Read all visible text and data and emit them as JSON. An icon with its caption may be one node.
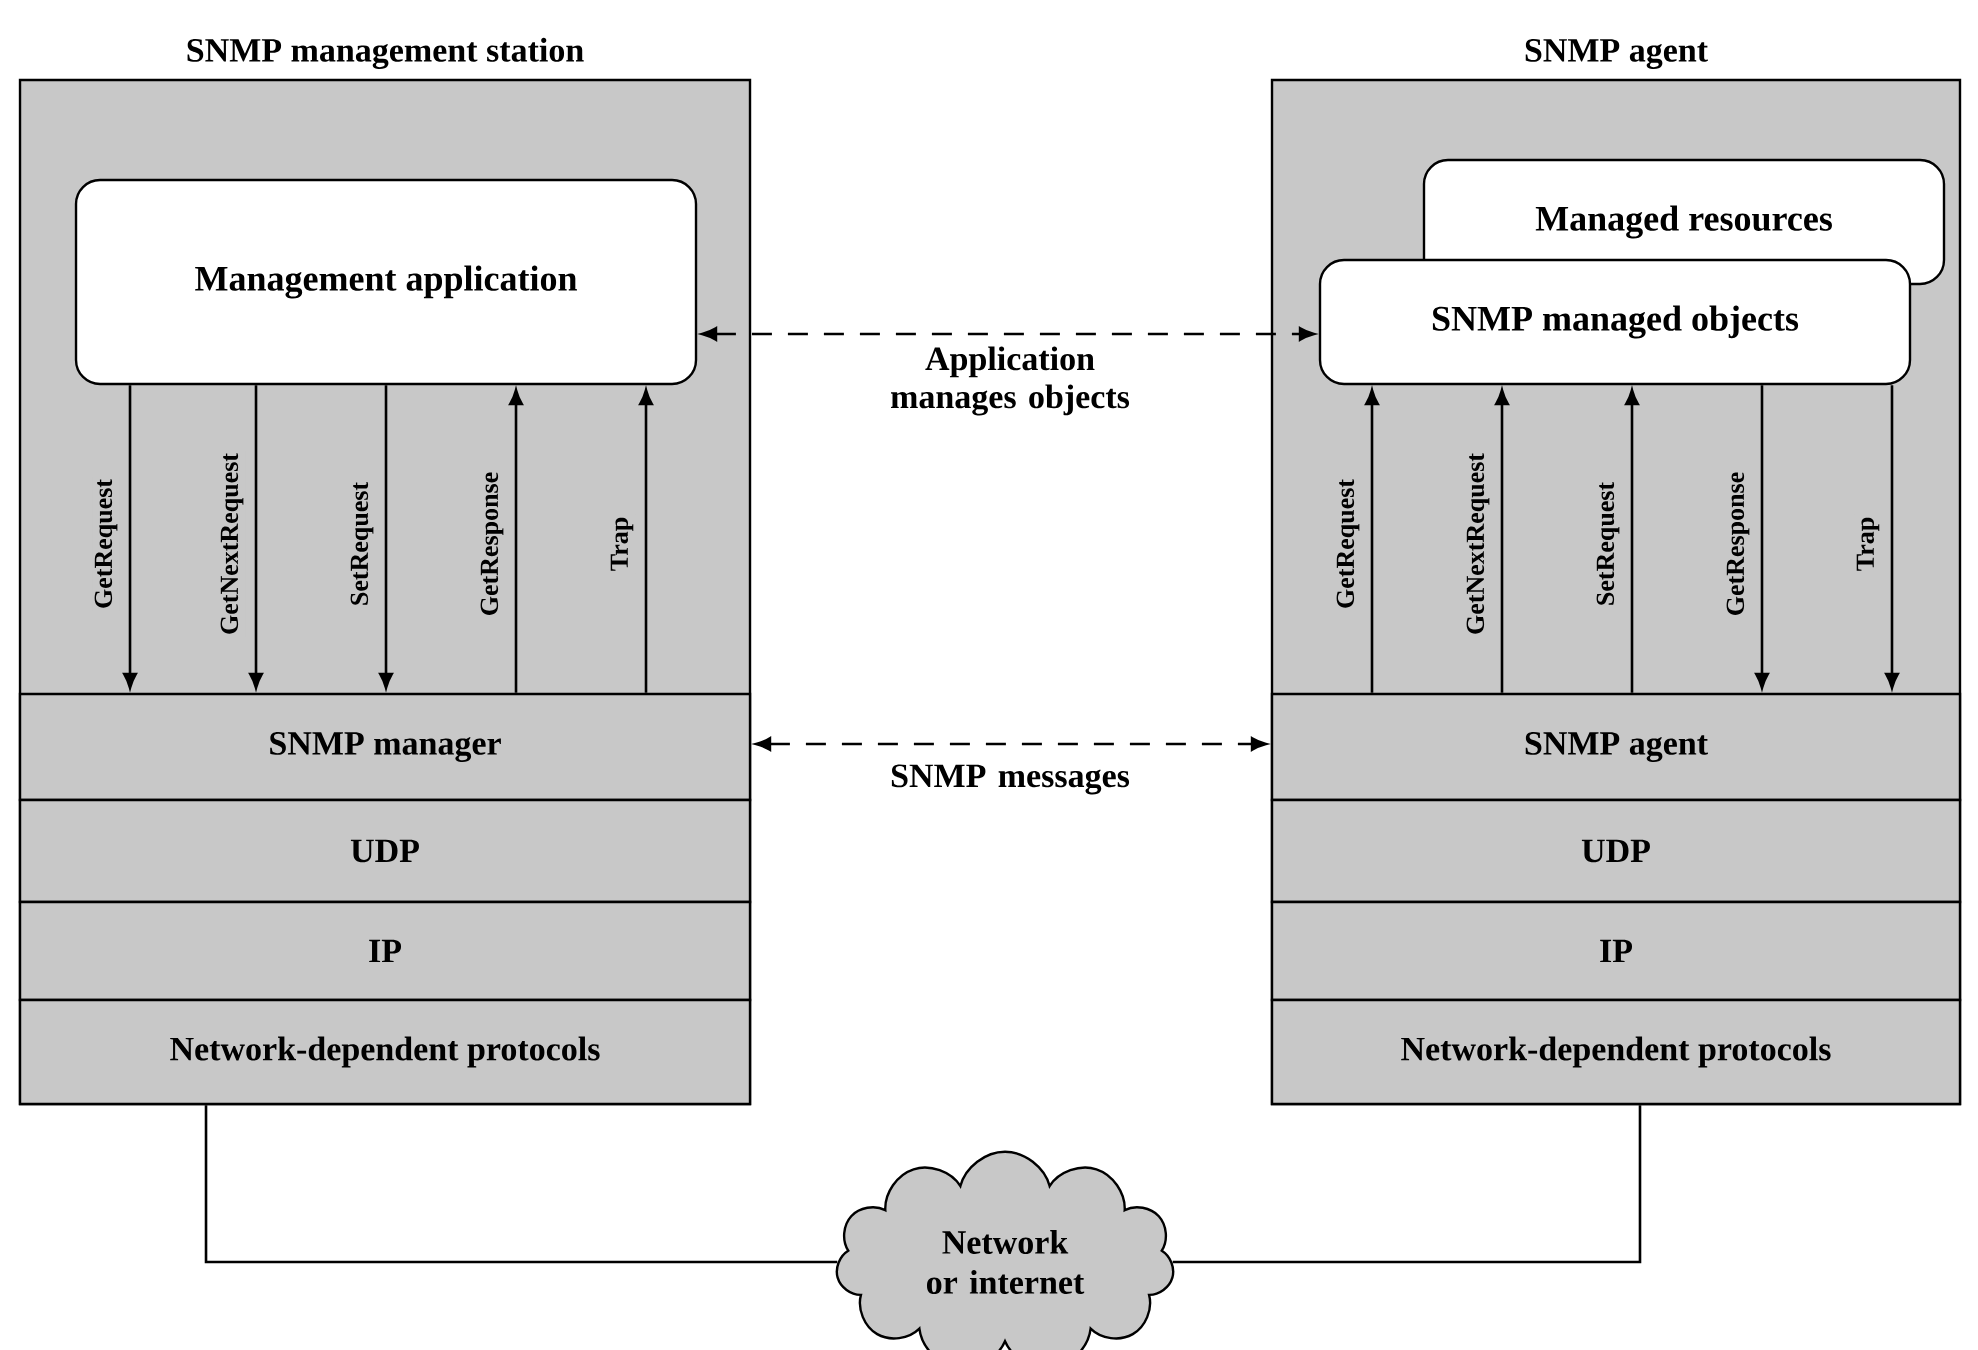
{
  "diagram": {
    "nodes": [
      {
        "text": [
          "SNMP management station"
        ]
      },
      {
        "text": [
          "Management application"
        ],
        "in": 0
      },
      {
        "text": [
          "SNMP manager"
        ],
        "in": 0
      },
      {
        "text": [
          "UDP"
        ],
        "in": 0
      },
      {
        "text": [
          "IP"
        ],
        "in": 0
      },
      {
        "text": [
          "Network-dependent protocols"
        ],
        "in": 0
      },
      {
        "text": [
          "SNMP agent"
        ]
      },
      {
        "text": [
          "Managed resources"
        ],
        "in": 6
      },
      {
        "text": [
          "SNMP managed objects"
        ],
        "in": 6
      },
      {
        "text": [
          "SNMP agent"
        ],
        "in": 6
      },
      {
        "text": [
          "UDP"
        ],
        "in": 6
      },
      {
        "text": [
          "IP"
        ],
        "in": 6
      },
      {
        "text": [
          "Network-dependent protocols"
        ],
        "in": 6
      },
      {
        "text": [
          "Network or internet"
        ]
      }
    ],
    "edges": [
      {
        "from": 1,
        "to": 2,
        "arrow": "to",
        "label": "GetRequest"
      },
      {
        "from": 1,
        "to": 2,
        "arrow": "to",
        "label": "GetNextRequest"
      },
      {
        "from": 1,
        "to": 2,
        "arrow": "to",
        "label": "SetRequest"
      },
      {
        "from": 2,
        "to": 1,
        "arrow": "to",
        "label": "GetResponse"
      },
      {
        "from": 2,
        "to": 1,
        "arrow": "to",
        "label": "Trap"
      },
      {
        "from": 9,
        "to": 8,
        "arrow": "to",
        "label": "GetRequest"
      },
      {
        "from": 9,
        "to": 8,
        "arrow": "to",
        "label": "GetNextRequest"
      },
      {
        "from": 9,
        "to": 8,
        "arrow": "to",
        "label": "SetRequest"
      },
      {
        "from": 8,
        "to": 9,
        "arrow": "to",
        "label": "GetResponse"
      },
      {
        "from": 8,
        "to": 9,
        "arrow": "to",
        "label": "Trap"
      },
      {
        "from": 1,
        "to": 8,
        "arrow": "both",
        "style": "dashed",
        "label": "Application manages objects"
      },
      {
        "from": 2,
        "to": 9,
        "arrow": "both",
        "style": "dashed",
        "label": "SNMP messages"
      },
      {
        "from": 5,
        "to": 13,
        "arrow": "none"
      },
      {
        "from": 12,
        "to": 13,
        "arrow": "none"
      }
    ]
  }
}
